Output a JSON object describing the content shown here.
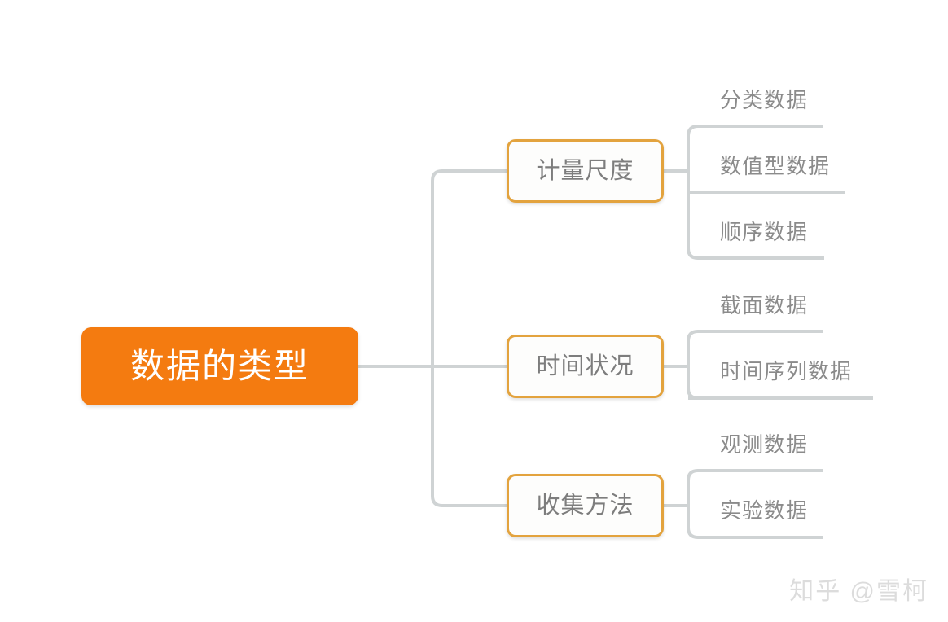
{
  "diagram": {
    "type": "mind-map",
    "root": {
      "label": "数据的类型",
      "fill": "#F47B10",
      "text_color": "#FFFFFF"
    },
    "branch_border_color": "#E3A33E",
    "branch_text_color": "#7D7D7D",
    "leaf_text_color": "#8B8B8B",
    "connector_color": "#CFD3D4",
    "branches": [
      {
        "label": "计量尺度",
        "leaves": [
          {
            "label": "分类数据"
          },
          {
            "label": "数值型数据"
          },
          {
            "label": "顺序数据"
          }
        ]
      },
      {
        "label": "时间状况",
        "leaves": [
          {
            "label": "截面数据"
          },
          {
            "label": "时间序列数据"
          }
        ]
      },
      {
        "label": "收集方法",
        "leaves": [
          {
            "label": "观测数据"
          },
          {
            "label": "实验数据"
          }
        ]
      }
    ]
  },
  "watermark": {
    "text": "知乎 @雪柯"
  }
}
